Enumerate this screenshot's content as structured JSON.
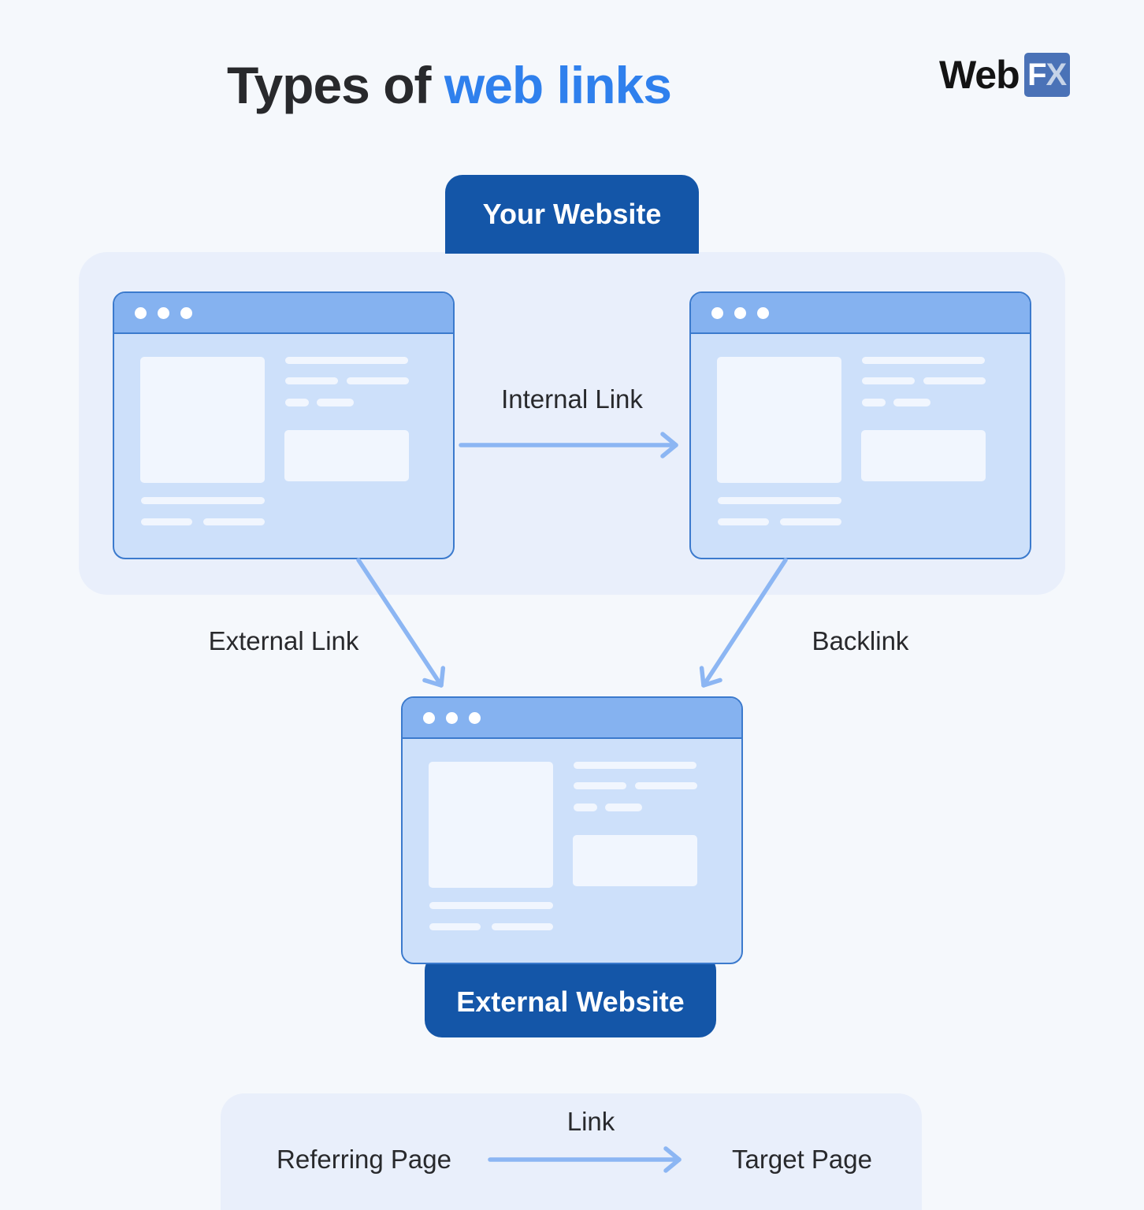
{
  "header": {
    "title_prefix": "Types of ",
    "title_highlight": "web links",
    "logo_text": "Web",
    "logo_badge_f": "F",
    "logo_badge_x": "X"
  },
  "diagram": {
    "your_website_label": "Your Website",
    "external_website_label": "External Website",
    "internal_link_label": "Internal Link",
    "external_link_label": "External Link",
    "backlink_label": "Backlink"
  },
  "legend": {
    "link_label": "Link",
    "referring_label": "Referring Page",
    "target_label": "Target Page"
  },
  "colors": {
    "page_bg": "#F5F8FC",
    "panel_bg": "#E9EFFB",
    "window_header": "#85B2F0",
    "window_border": "#3B7ACD",
    "window_body": "#CDE0FA",
    "block_fill": "#F1F6FE",
    "arrow": "#8CB6F3",
    "badge_bg": "#1456A8",
    "badge_text": "#FFFFFF",
    "title_accent": "#2F80ED",
    "text_dark": "#28292C",
    "logo_box": "#4A72B7",
    "logo_x": "#C5D3E8"
  }
}
